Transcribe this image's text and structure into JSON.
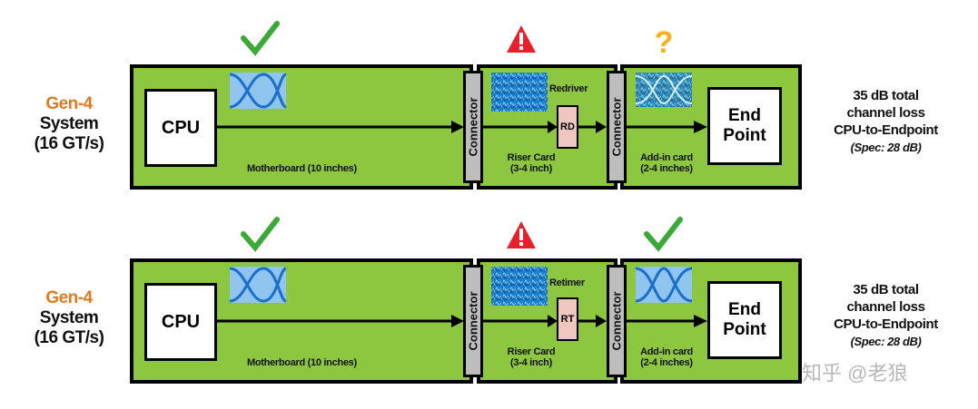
{
  "rows": [
    {
      "system": {
        "gen": "Gen-4",
        "line2": "System",
        "line3": "(16 GT/s)"
      },
      "cpu_label": "CPU",
      "motherboard_label": "Motherboard (10 inches)",
      "connector_label": "Connector",
      "chip_name": "Redriver",
      "chip_label": "RD",
      "riser_label_1": "Riser Card",
      "riser_label_2": "(3-4 inch)",
      "addin_label_1": "Add-in card",
      "addin_label_2": "(2-4 inches)",
      "endpoint_1": "End",
      "endpoint_2": "Point",
      "loss_1": "35 dB total",
      "loss_2": "channel loss",
      "loss_3": "CPU-to-Endpoint",
      "loss_spec": "(Spec: 28 dB)",
      "status": [
        "check",
        "warning",
        "question"
      ]
    },
    {
      "system": {
        "gen": "Gen-4",
        "line2": "System",
        "line3": "(16 GT/s)"
      },
      "cpu_label": "CPU",
      "motherboard_label": "Motherboard (10 inches)",
      "connector_label": "Connector",
      "chip_name": "Retimer",
      "chip_label": "RT",
      "riser_label_1": "Riser Card",
      "riser_label_2": "(3-4 inch)",
      "addin_label_1": "Add-in card",
      "addin_label_2": "(2-4 inches)",
      "endpoint_1": "End",
      "endpoint_2": "Point",
      "loss_1": "35 dB total",
      "loss_2": "channel loss",
      "loss_3": "CPU-to-Endpoint",
      "loss_spec": "(Spec: 28 dB)",
      "status": [
        "check",
        "warning",
        "check"
      ]
    }
  ],
  "status_glyphs": {
    "question": "?"
  },
  "colors": {
    "board": "#8dc63f",
    "gen_label": "#e07a1f",
    "check": "#3aa935",
    "warning": "#e8202a",
    "question": "#f6b21a",
    "chip": "#f0c6c0"
  },
  "watermark": "知乎 @老狼"
}
